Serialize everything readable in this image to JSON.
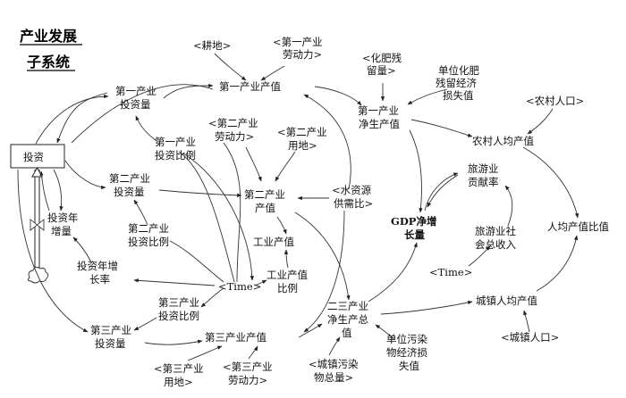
{
  "title": {
    "line1": "产业发展",
    "line2": "子系统"
  },
  "nodes": {
    "investment": "投资",
    "gengdi": "<耕地>",
    "labor1": [
      "<第一产业",
      "劳动力>"
    ],
    "fertilizer": [
      "<化肥残",
      "留量>"
    ],
    "unit_fert_loss": [
      "单位化肥",
      "残留经济",
      "损失值"
    ],
    "rural_pop": "<农村人口>",
    "inv1": [
      "第一产业",
      "投资量"
    ],
    "output1": "第一产业产值",
    "net1": [
      "第一产业",
      "净生产值"
    ],
    "rural_per_capita": "农村人均产值",
    "inv_ratio1": [
      "第一产业",
      "投资比例"
    ],
    "labor2": [
      "<第二产业",
      "劳动力>"
    ],
    "land2": [
      "<第二产业",
      "用地>"
    ],
    "inv2": [
      "第二产业",
      "投资量"
    ],
    "output2": [
      "第二产业",
      "产值"
    ],
    "water": [
      "<水资源",
      "供需比>"
    ],
    "tourism_contrib": [
      "旅游业",
      "贡献率"
    ],
    "gdp_growth": [
      "GDP净增",
      "长量"
    ],
    "inv_growth": [
      "投资年",
      "增量"
    ],
    "inv_ratio2": [
      "第二产业",
      "投资比例"
    ],
    "industry_output": "工业产值",
    "tourism_income": [
      "旅游业社",
      "会总收入"
    ],
    "per_capita_ratio": "人均产值比值",
    "inv_growth_rate": [
      "投资年增",
      "长率"
    ],
    "time1": "<Time>",
    "industry_ratio": [
      "工业产值",
      "比例"
    ],
    "time2": "<Time>",
    "inv_ratio3": [
      "第三产业",
      "投资比例"
    ],
    "net23": [
      "二三产业",
      "净生产总",
      "值"
    ],
    "urban_per_capita": "城镇人均产值",
    "inv3": [
      "第三产业",
      "投资量"
    ],
    "output3": "第三产业产值",
    "pollution_loss": [
      "单位污染",
      "物经济损",
      "失值"
    ],
    "urban_pop": "<城镇人口>",
    "land3": [
      "<第三产业",
      "用地>"
    ],
    "labor3": [
      "<第三产业",
      "劳动力>"
    ],
    "urban_pollution": [
      "<城镇污染",
      "物总量>"
    ]
  }
}
